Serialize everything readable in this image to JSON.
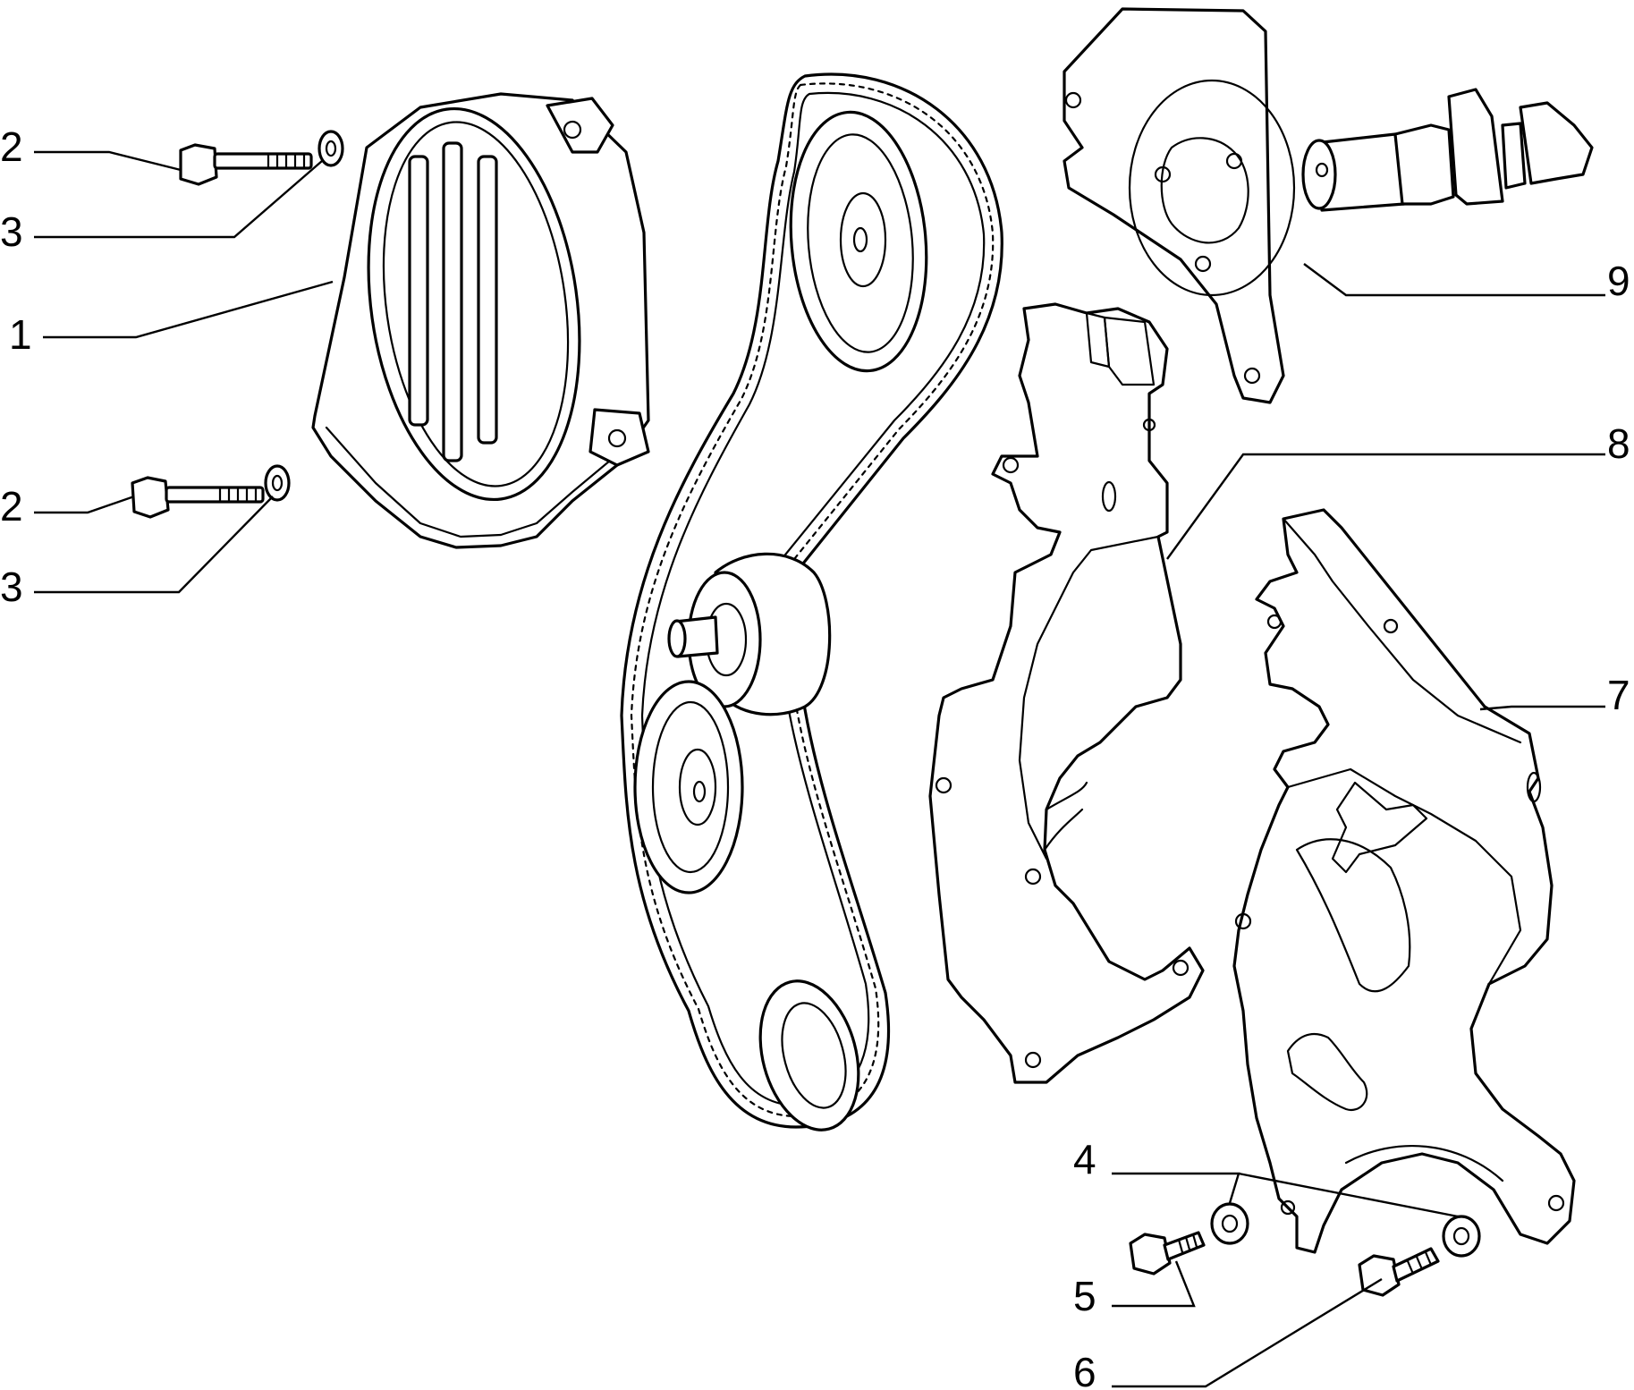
{
  "callouts": [
    {
      "id": "c1",
      "label": "1"
    },
    {
      "id": "c2a",
      "label": "2"
    },
    {
      "id": "c3a",
      "label": "3"
    },
    {
      "id": "c2b",
      "label": "2"
    },
    {
      "id": "c3b",
      "label": "3"
    },
    {
      "id": "c4",
      "label": "4"
    },
    {
      "id": "c5",
      "label": "5"
    },
    {
      "id": "c6",
      "label": "6"
    },
    {
      "id": "c7",
      "label": "7"
    },
    {
      "id": "c8",
      "label": "8"
    },
    {
      "id": "c9",
      "label": "9"
    }
  ],
  "colors": {
    "ink": "#000000",
    "paper": "#ffffff"
  }
}
